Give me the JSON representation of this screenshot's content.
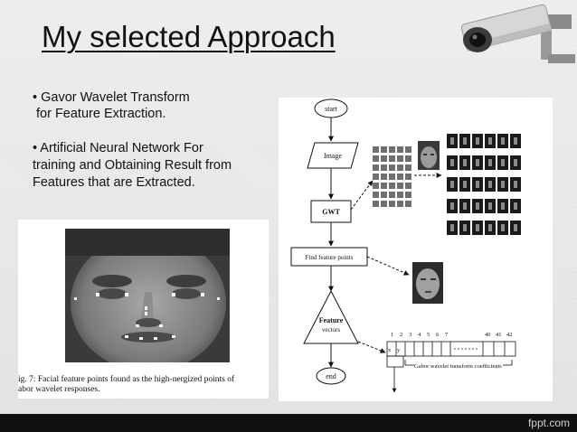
{
  "slide": {
    "title": "My selected Approach",
    "bullets": [
      {
        "lines": [
          "• Gavor Wavelet Transform",
          "for Feature Extraction."
        ]
      },
      {
        "lines": [
          "•  Artificial Neural Network For",
          "training and Obtaining Result from",
          "Features that are Extracted."
        ]
      }
    ],
    "figure_caption": [
      "ig. 7: Facial feature points found as the high-nergized points of",
      "abor wavelet responses."
    ],
    "flowchart": {
      "start": "start",
      "image": "Image",
      "gwt": "GWT",
      "find": "Find feature points",
      "feature": "Feature",
      "vectors": "vectors",
      "end": "end",
      "vector_numbers": [
        "1",
        "2",
        "3",
        "4",
        "5",
        "6",
        "7",
        "40",
        "41",
        "42"
      ],
      "vector_cells": [
        "x",
        "y"
      ],
      "coeff_label": "Gabor wavelet transform coefficients"
    }
  },
  "footer": {
    "brand": "fppt.com"
  },
  "colors": {
    "background": "#ececec",
    "text": "#111111",
    "footer": "#111111"
  },
  "icons": [
    "security-camera-icon",
    "face-photo",
    "flowchart"
  ]
}
